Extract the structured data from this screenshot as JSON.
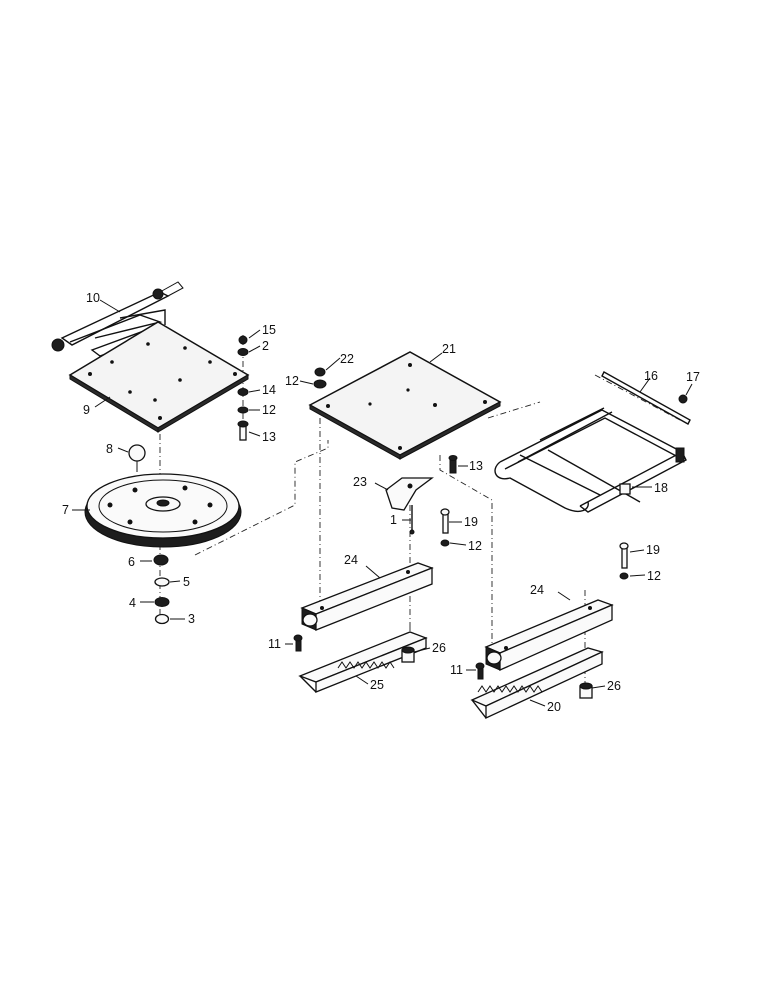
{
  "diagram": {
    "type": "exploded-parts-view",
    "line_color": "#111111",
    "background": "#ffffff",
    "callouts": {
      "c1": "1",
      "c2": "2",
      "c3": "3",
      "c4": "4",
      "c5": "5",
      "c6": "6",
      "c7": "7",
      "c8": "8",
      "c9": "9",
      "c10": "10",
      "c11a": "11",
      "c11b": "11",
      "c12a": "12",
      "c12b": "12",
      "c12c": "12",
      "c12d": "12",
      "c13a": "13",
      "c13b": "13",
      "c14": "14",
      "c15": "15",
      "c16": "16",
      "c17": "17",
      "c18": "18",
      "c19a": "19",
      "c19b": "19",
      "c20": "20",
      "c21": "21",
      "c22": "22",
      "c23": "23",
      "c24a": "24",
      "c24b": "24",
      "c25": "25",
      "c26a": "26",
      "c26b": "26"
    }
  }
}
